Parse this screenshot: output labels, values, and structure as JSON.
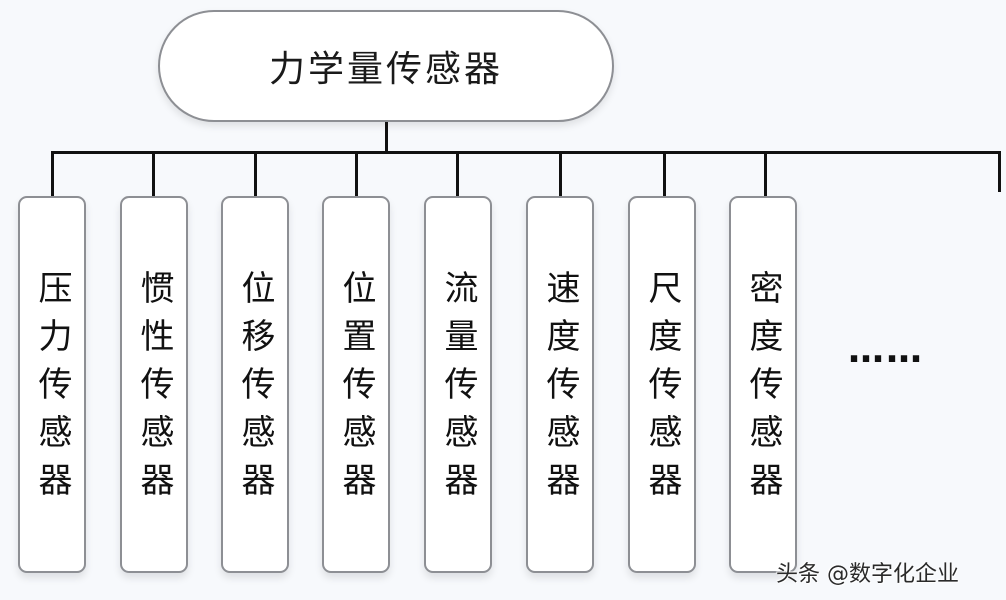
{
  "root": {
    "label": "力学量传感器"
  },
  "children": [
    {
      "label": "压力传感器"
    },
    {
      "label": "惯性传感器"
    },
    {
      "label": "位移传感器"
    },
    {
      "label": "位置传感器"
    },
    {
      "label": "流量传感器"
    },
    {
      "label": "速度传感器"
    },
    {
      "label": "尺度传感器"
    },
    {
      "label": "密度传感器"
    }
  ],
  "more_indicator": "……",
  "watermark": "头条 @数字化企业",
  "colors": {
    "line": "#111111",
    "box_border": "#8d8f94",
    "box_fill": "#ffffff",
    "background": "#f7f9fc"
  }
}
